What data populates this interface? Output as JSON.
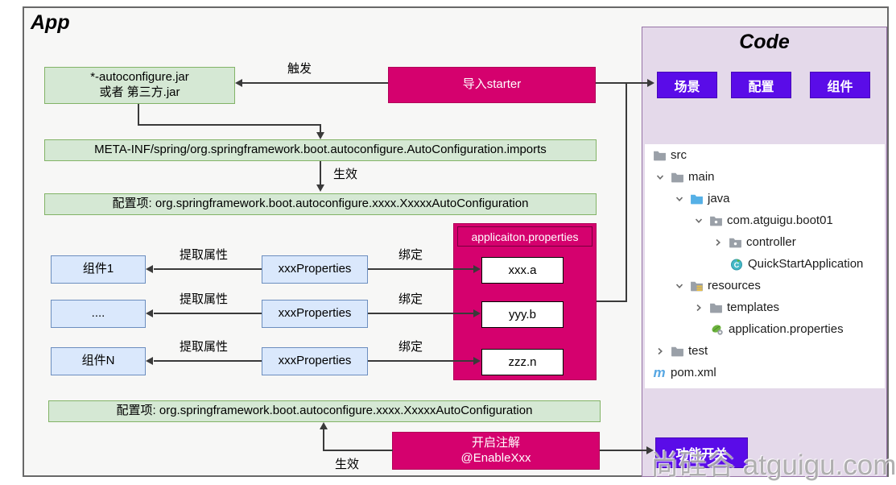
{
  "app": {
    "title": "App",
    "jar_box": {
      "line1": "*-autoconfigure.jar",
      "line2": "或者 第三方.jar"
    },
    "import_starter": "导入starter",
    "meta_inf": "META-INF/spring/org.springframework.boot.autoconfigure.AutoConfiguration.imports",
    "config_item_top": "配置项: org.springframework.boot.autoconfigure.xxxx.XxxxxAutoConfiguration",
    "config_item_bottom": "配置项: org.springframework.boot.autoconfigure.xxxx.XxxxxAutoConfiguration",
    "enable_box": {
      "line1": "开启注解",
      "line2": "@EnableXxx"
    },
    "labels": {
      "trigger": "触发",
      "effective_top": "生效",
      "effective_bottom": "生效"
    },
    "component_rows": [
      {
        "component": "组件1",
        "properties": "xxxProperties",
        "extract_label": "提取属性",
        "bind_label": "绑定"
      },
      {
        "component": "....",
        "properties": "xxxProperties",
        "extract_label": "提取属性",
        "bind_label": "绑定"
      },
      {
        "component": "组件N",
        "properties": "xxxProperties",
        "extract_label": "提取属性",
        "bind_label": "绑定"
      }
    ],
    "properties_panel": {
      "title": "applicaiton.properties",
      "items": [
        "xxx.a",
        "yyy.b",
        "zzz.n"
      ]
    }
  },
  "code_panel": {
    "title": "Code",
    "chips": [
      "场景",
      "配置",
      "组件"
    ],
    "feature_switch": "功能开关",
    "file_tree": [
      {
        "label": "src"
      },
      {
        "label": "main"
      },
      {
        "label": "java"
      },
      {
        "label": "com.atguigu.boot01"
      },
      {
        "label": "controller"
      },
      {
        "label": "QuickStartApplication"
      },
      {
        "label": "resources"
      },
      {
        "label": "templates"
      },
      {
        "label": "application.properties"
      },
      {
        "label": "test"
      },
      {
        "label": "pom.xml"
      }
    ]
  },
  "watermark": "尚硅谷 atguigu.com",
  "colors": {
    "green_fill": "#d5e8d4",
    "green_border": "#82b366",
    "blue_fill": "#dae8fc",
    "blue_border": "#6c8ebf",
    "pink": "#d5016e",
    "purple": "#5a0ce8",
    "panel_fill": "#e4d9ea",
    "panel_border": "#9673a6"
  }
}
